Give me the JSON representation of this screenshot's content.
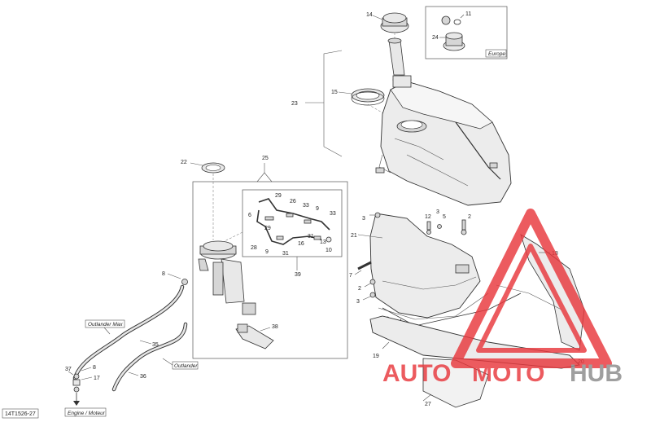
{
  "callouts": {
    "n14": "14",
    "n11": "11",
    "n24": "24",
    "n23": "23",
    "n15": "15",
    "n22": "22",
    "n25": "25",
    "n29a": "29",
    "n26": "26",
    "n33a": "33",
    "n9a": "9",
    "n6": "6",
    "n29b": "29",
    "n33b": "33",
    "n28": "28",
    "n9b": "9",
    "n31a": "31",
    "n16": "16",
    "n31b": "31",
    "n13": "13",
    "n10": "10",
    "n39": "39",
    "n8a": "8",
    "n38": "38",
    "n35": "35",
    "n36": "36",
    "n37": "37",
    "n8b": "8",
    "n17": "17",
    "n12": "12",
    "n3a": "3",
    "n5": "5",
    "n2a": "2",
    "n3b": "3",
    "n21": "21",
    "n7": "7",
    "n2b": "2",
    "n3c": "3",
    "n4": "4",
    "n19": "19",
    "n18": "18",
    "n20": "20",
    "n27": "27"
  },
  "labels": {
    "europe": "Europe",
    "outlander_max": "Outlander Max",
    "outlander": "Outlander",
    "engine": "Engine / Moteur",
    "diagram_code": "14T1526-27"
  },
  "watermark": {
    "part1": "AUTO",
    "part2": "MOTO",
    "part3": "HUB",
    "color_red": "#e8383d",
    "color_gray": "#8a8a8a"
  }
}
